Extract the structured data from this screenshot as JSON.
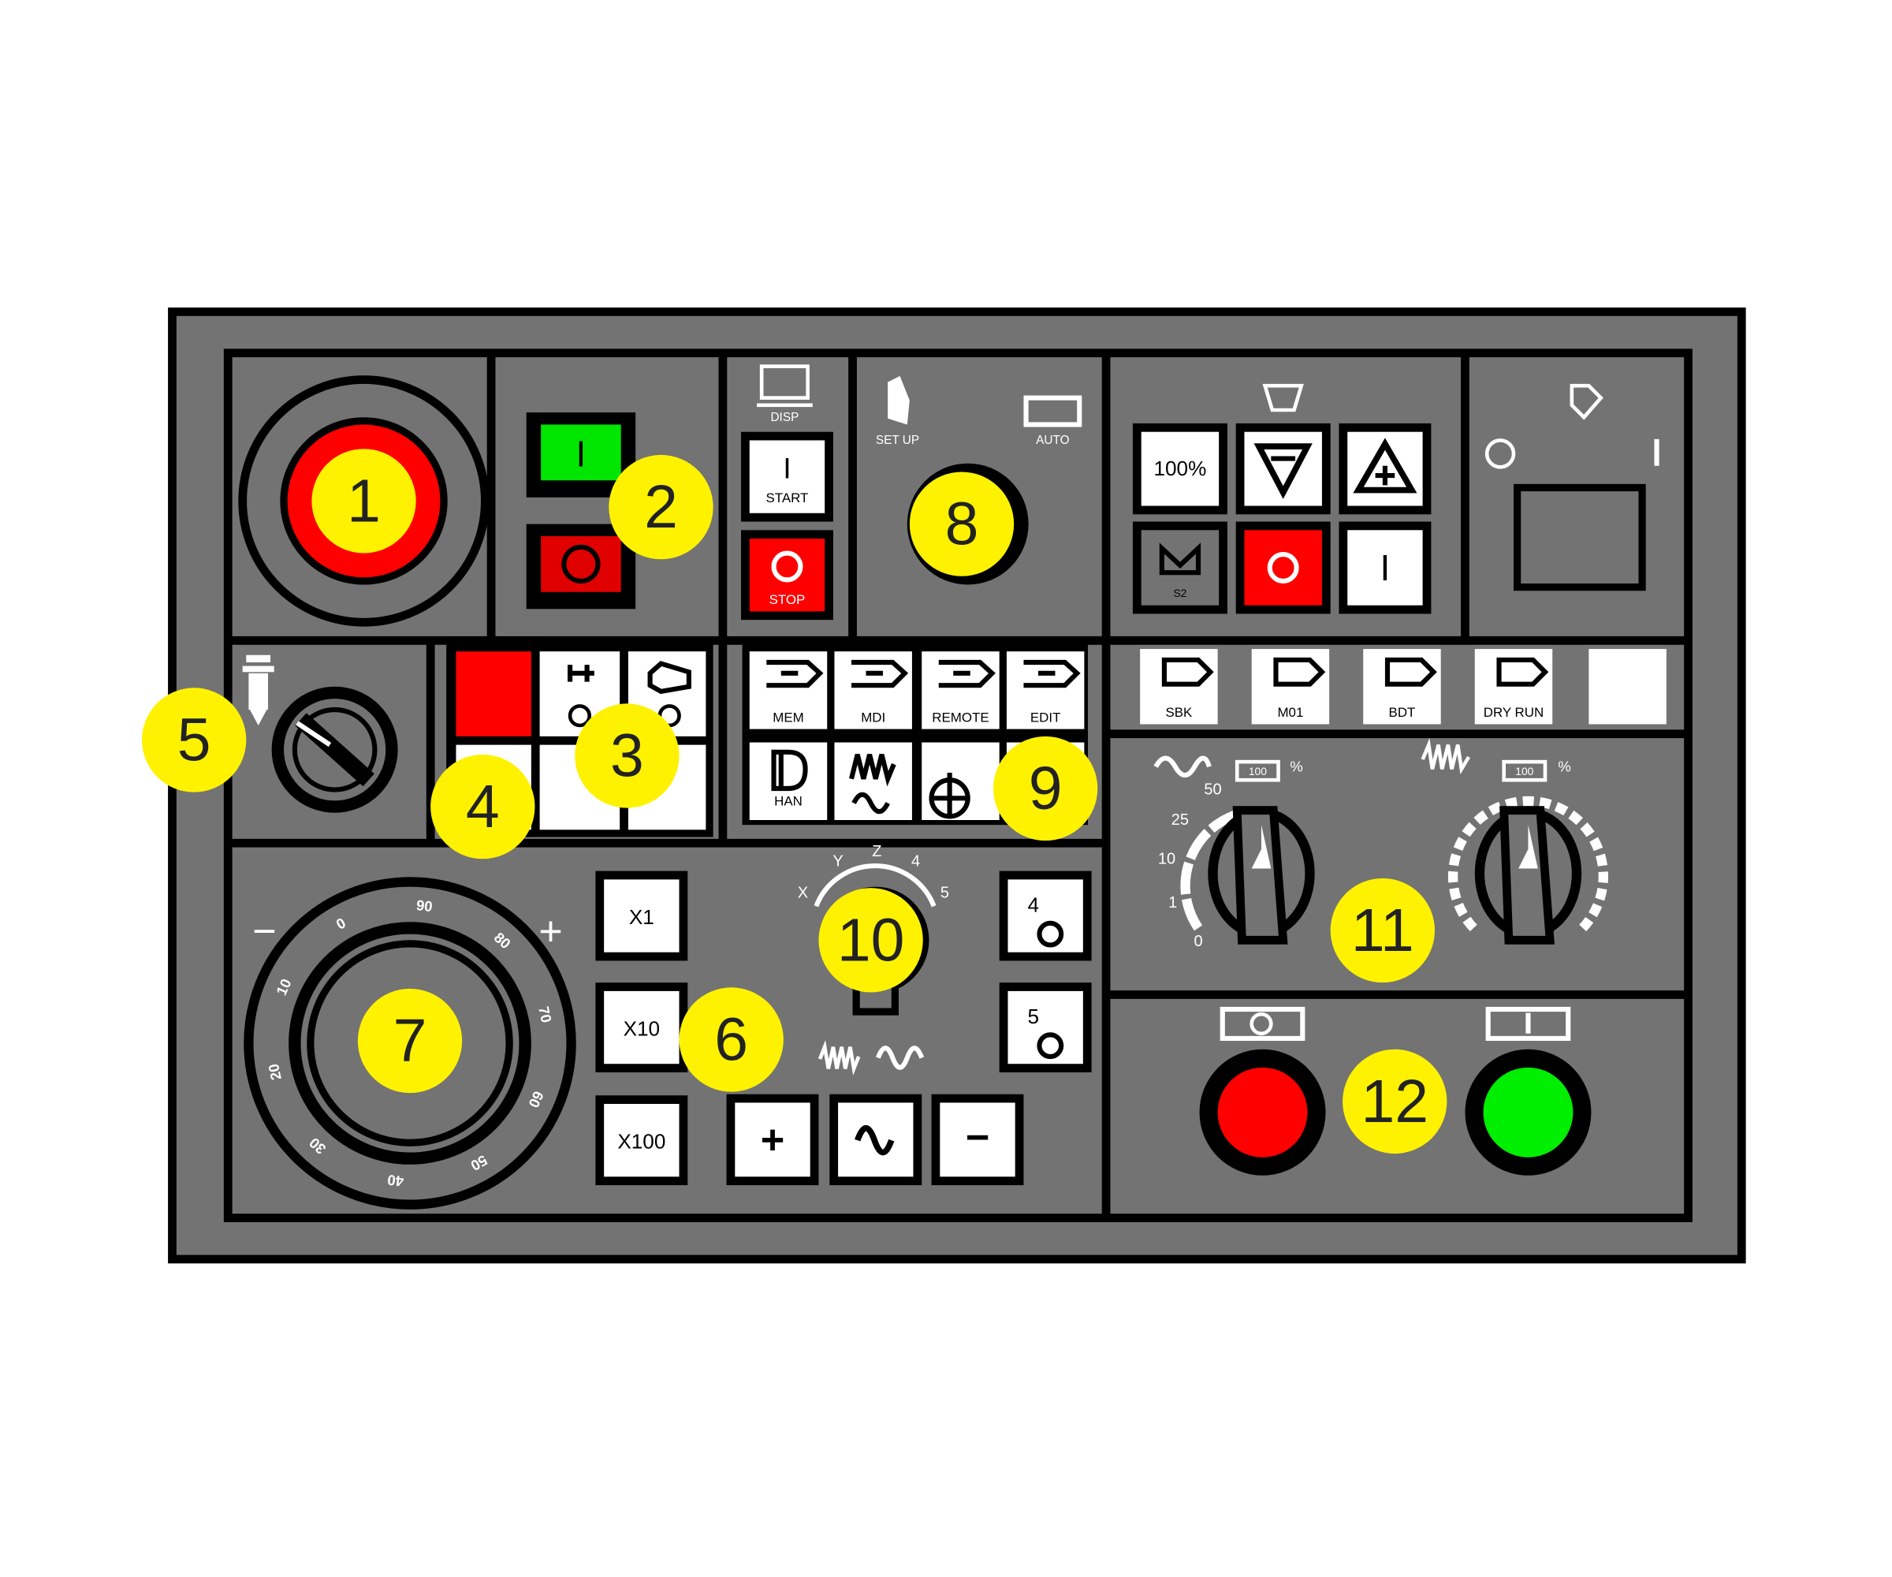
{
  "colors": {
    "panel": "#737373",
    "border": "#000000",
    "badge": "#fff200",
    "red": "#ff0000",
    "green": "#00ff00",
    "white": "#ffffff"
  },
  "badges": [
    "1",
    "2",
    "3",
    "4",
    "5",
    "6",
    "7",
    "8",
    "9",
    "10",
    "11",
    "12"
  ],
  "power": {
    "on_label": "I",
    "off_label": "O"
  },
  "cycle": {
    "disp_label": "DISP",
    "start_symbol": "I",
    "start_label": "START",
    "stop_symbol": "O",
    "stop_label": "STOP"
  },
  "mode_knob": {
    "setup_label": "SET UP",
    "auto_label": "AUTO"
  },
  "override_buttons": {
    "reset_label": "100%",
    "s2_label": "S2",
    "off_symbol": "O",
    "on_symbol": "I"
  },
  "key_switch": {
    "off_symbol": "O",
    "on_symbol": "I"
  },
  "mode_buttons": [
    {
      "label": "MEM",
      "icon": "mem-icon"
    },
    {
      "label": "MDI",
      "icon": "mdi-icon"
    },
    {
      "label": "REMOTE",
      "icon": "remote-icon"
    },
    {
      "label": "EDIT",
      "icon": "edit-icon"
    },
    {
      "label": "HAN",
      "icon": "handle-icon"
    },
    {
      "label": "",
      "icon": "rapid-feed-icon"
    },
    {
      "label": "",
      "icon": "reference-point-icon"
    },
    {
      "label": "",
      "icon": ""
    }
  ],
  "program_buttons": [
    {
      "label": "SBK"
    },
    {
      "label": "M01"
    },
    {
      "label": "BDT"
    },
    {
      "label": "DRY RUN"
    },
    {
      "label": ""
    }
  ],
  "feed_override": {
    "value": "100",
    "unit": "%",
    "ticks": [
      "0",
      "1",
      "10",
      "25",
      "50"
    ]
  },
  "rapid_override": {
    "value": "100",
    "unit": "%"
  },
  "handwheel": {
    "minus": "−",
    "plus": "+",
    "ticks": [
      "0",
      "10",
      "20",
      "30",
      "40",
      "50",
      "60",
      "70",
      "80",
      "90"
    ]
  },
  "step_buttons": [
    "X1",
    "X10",
    "X100"
  ],
  "axis_selector": {
    "labels": [
      "X",
      "Y",
      "Z",
      "4",
      "5"
    ]
  },
  "axis_buttons": [
    "4",
    "5"
  ],
  "jog_buttons": {
    "plus": "+",
    "minus": "−"
  }
}
